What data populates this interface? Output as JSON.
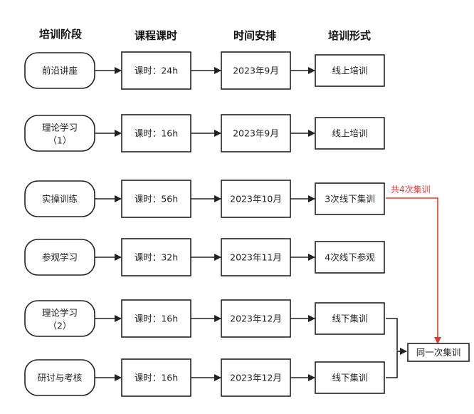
{
  "headers": [
    "培训阶段",
    "课程课时",
    "时间安排",
    "培训形式"
  ],
  "rows": [
    {
      "stage": [
        "前沿讲座"
      ],
      "hours": "课时：24h",
      "time": "2023年9月",
      "form": "线上培训"
    },
    {
      "stage": [
        "理论学习",
        "（1）"
      ],
      "hours": "课时：16h",
      "time": "2023年9月",
      "form": "线上培训"
    },
    {
      "stage": [
        "实操训练"
      ],
      "hours": "课时：56h",
      "time": "2023年10月",
      "form": "3次线下集训"
    },
    {
      "stage": [
        "参观学习"
      ],
      "hours": "课时：32h",
      "time": "2023年11月",
      "form": "4次线下参观"
    },
    {
      "stage": [
        "理论学习",
        "（2）"
      ],
      "hours": "课时：16h",
      "time": "2023年12月",
      "form": "线下集训"
    },
    {
      "stage": [
        "研讨与考核"
      ],
      "hours": "课时：16h",
      "time": "2023年12月",
      "form": "线下集训"
    }
  ],
  "annotation": "共4次集训",
  "merge_box": "同一次集训",
  "colors": {
    "annotation": "#e03a2f",
    "stroke": "#222222"
  }
}
